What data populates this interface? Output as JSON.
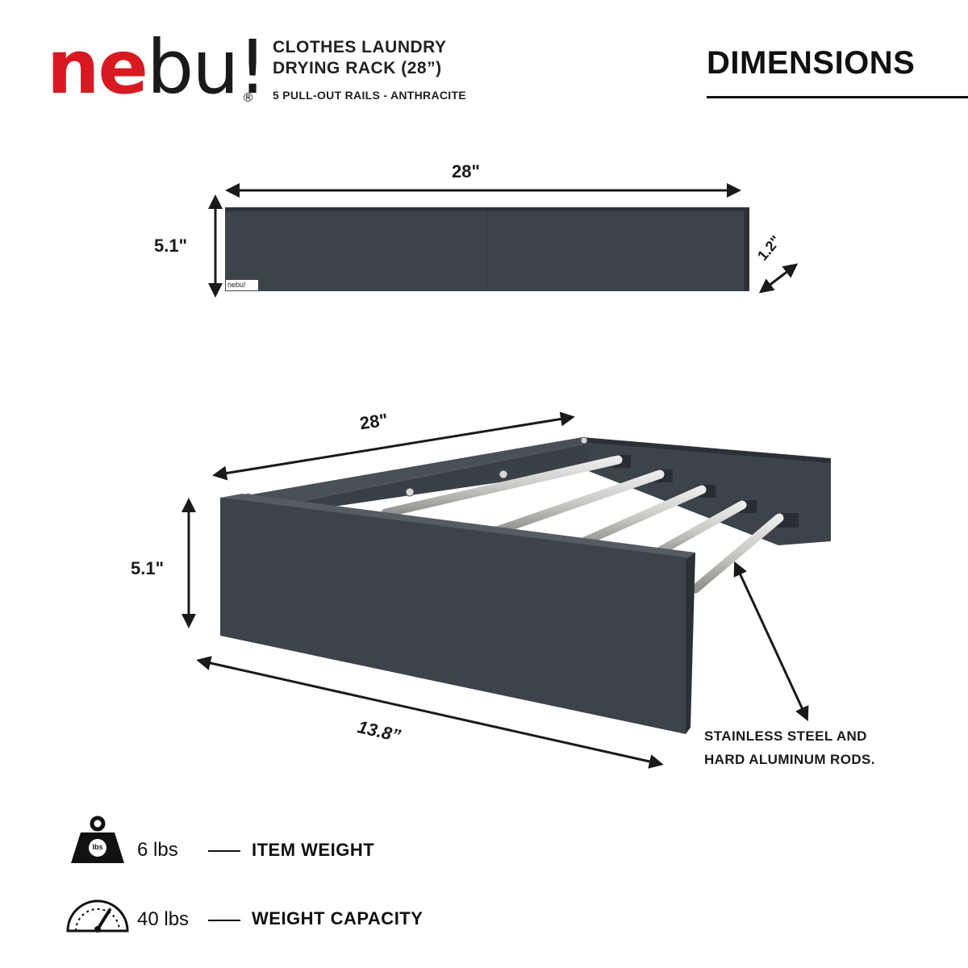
{
  "brand": {
    "part1": "ne",
    "part2": "bu!",
    "registered": "®",
    "accent_color": "#d71a21"
  },
  "product": {
    "title_line1": "CLOTHES LAUNDRY",
    "title_line2": "DRYING RACK (28”)",
    "subtitle": "5 PULL-OUT RAILS - ANTHRACITE"
  },
  "heading": "DIMENSIONS",
  "closed_view": {
    "width_label": "28\"",
    "height_label": "5.1\"",
    "depth_label": "1.2\"",
    "badge_text": "nebu!",
    "panel_color": "#3d434b"
  },
  "open_view": {
    "width_label": "28\"",
    "height_label": "5.1\"",
    "depth_label": "13.8”",
    "rods_note_line1": "STAINLESS STEEL AND",
    "rods_note_line2": "HARD ALUMINUM RODS.",
    "rod_count": 5,
    "panel_color": "#3d434b",
    "rod_color": "#c9c9c6"
  },
  "specs": [
    {
      "value": "6 lbs",
      "label": "ITEM WEIGHT",
      "icon": "weight-icon",
      "icon_text": "lbs"
    },
    {
      "value": "40 lbs",
      "label": "WEIGHT CAPACITY",
      "icon": "gauge-icon"
    }
  ]
}
